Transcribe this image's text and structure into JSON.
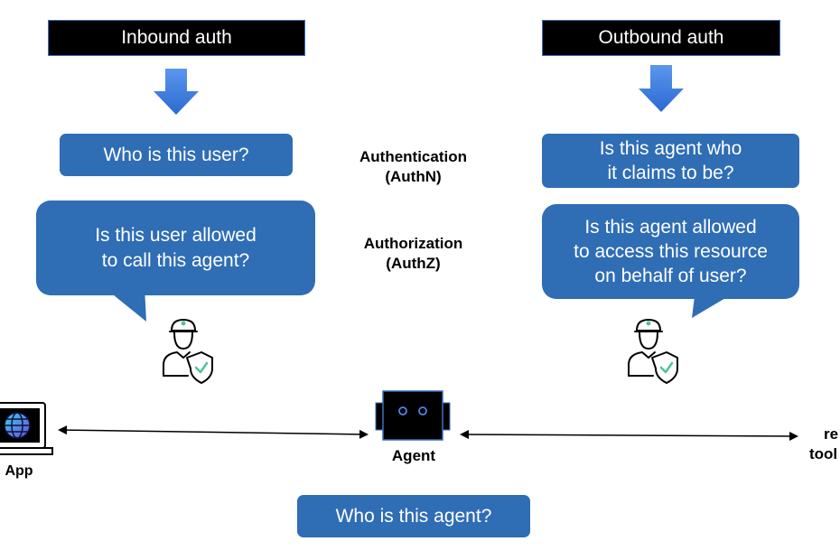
{
  "headers": {
    "inbound": "Inbound auth",
    "outbound": "Outbound auth"
  },
  "inbound": {
    "authn_question": "Who is this user?",
    "authz_question": [
      "Is this user allowed",
      "to call this agent?"
    ]
  },
  "outbound": {
    "authn_question": [
      "Is this agent who",
      "it claims to be?"
    ],
    "authz_question": [
      "Is this agent allowed",
      "to access this resource",
      "on behalf of user?"
    ]
  },
  "center_labels": {
    "authn": [
      "Authentication",
      "(AuthN)"
    ],
    "authz": [
      "Authorization",
      "(AuthZ)"
    ]
  },
  "nodes": {
    "app": "App",
    "agent": "Agent",
    "resource_partial": [
      "re",
      "tool"
    ]
  },
  "agent_identity_question": "Who is this agent?",
  "colors": {
    "box_blue": "#2f6db5",
    "arrow_blue": "#3b7be0",
    "header_bg": "#000000",
    "check_green": "#4fc3a1"
  }
}
